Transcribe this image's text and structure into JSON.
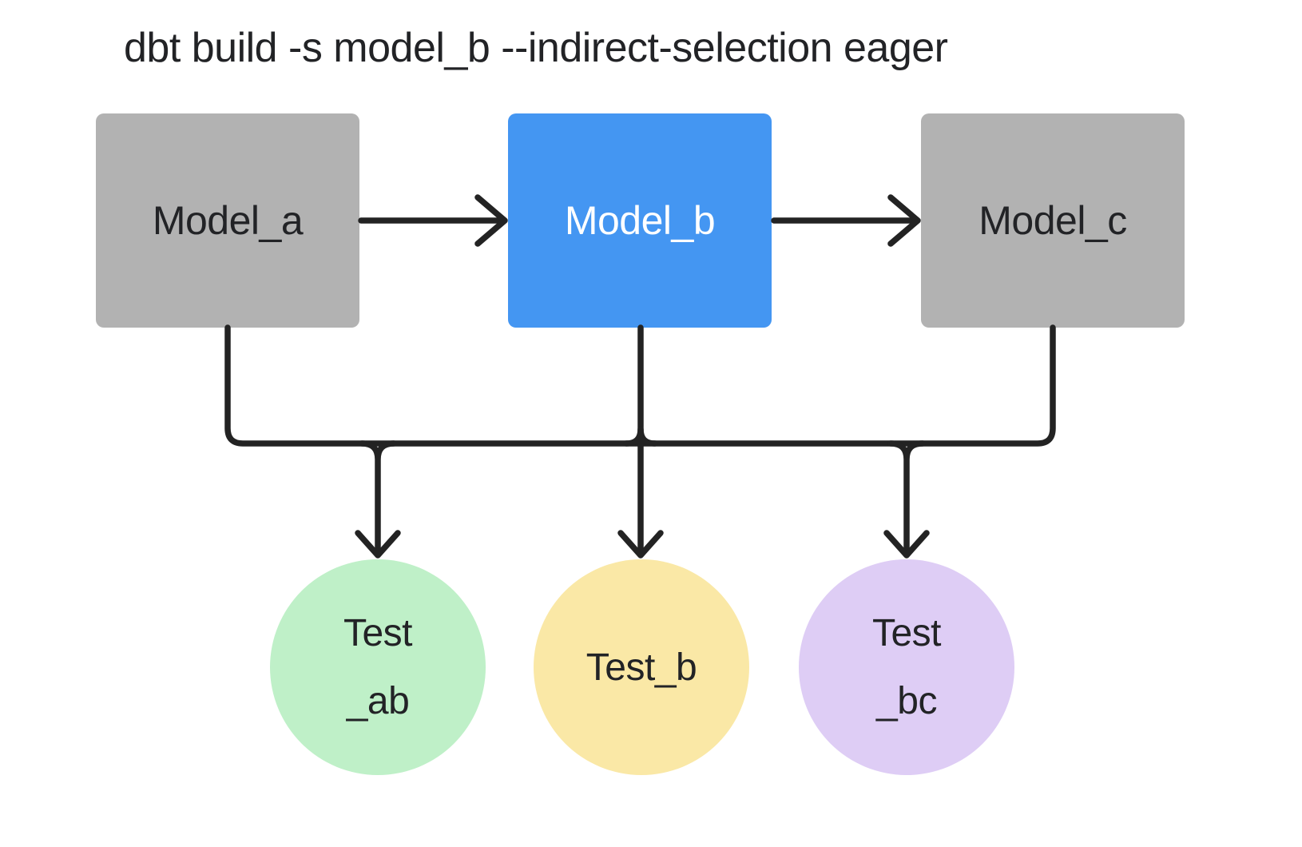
{
  "title": "dbt build -s model_b --indirect-selection eager",
  "colors": {
    "background": "#FFFFFF",
    "model_gray": "#B2B2B2",
    "model_blue": "#4496F2",
    "edge": "#232323",
    "text_dark": "#222326",
    "text_light": "#FFFFFF",
    "test_green": "#BFF0C8",
    "test_yellow": "#FAE8A6",
    "test_purple": "#DECDF5"
  },
  "nodes": {
    "models": [
      {
        "label": "Model_a",
        "variant": "gray"
      },
      {
        "label": "Model_b",
        "variant": "blue",
        "selected": true
      },
      {
        "label": "Model_c",
        "variant": "gray"
      }
    ],
    "tests": [
      {
        "line1": "Test",
        "line2": "_ab",
        "variant": "green"
      },
      {
        "line1": "Test_b",
        "line2": "",
        "variant": "yellow"
      },
      {
        "line1": "Test",
        "line2": "_bc",
        "variant": "purple"
      }
    ]
  },
  "edges": [
    {
      "from": "Model_a",
      "to": "Model_b"
    },
    {
      "from": "Model_b",
      "to": "Model_c"
    },
    {
      "from": "Model_a",
      "to": "Test_ab"
    },
    {
      "from": "Model_b",
      "to": "Test_ab"
    },
    {
      "from": "Model_b",
      "to": "Test_b"
    },
    {
      "from": "Model_b",
      "to": "Test_bc"
    },
    {
      "from": "Model_c",
      "to": "Test_bc"
    }
  ]
}
